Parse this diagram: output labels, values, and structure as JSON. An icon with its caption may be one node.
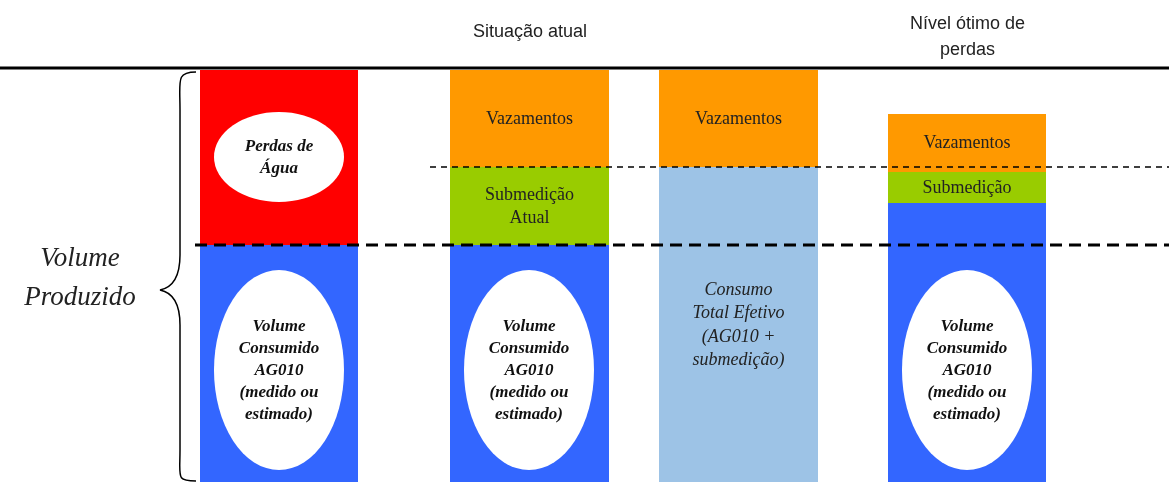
{
  "diagram": {
    "nodes": [
      {
        "text": [],
        "shape": "bar"
      },
      {
        "text": [
          "Perdas de Água"
        ],
        "in": 0
      },
      {
        "text": [],
        "shape": "bar"
      },
      {
        "text": [
          "Volume Consumido AG010 (medido ou estimado)"
        ],
        "in": 2
      },
      {
        "text": [
          "Vazamentos"
        ]
      },
      {
        "text": [
          "Submedição Atual"
        ]
      },
      {
        "text": [],
        "shape": "bar"
      },
      {
        "text": [
          "Volume Consumido AG010 (medido ou estimado)"
        ],
        "in": 6
      },
      {
        "text": [
          "Vazamentos"
        ]
      },
      {
        "text": [
          "Consumo Total Efetivo (AG010 + submedição)"
        ]
      },
      {
        "text": [
          "Vazamentos"
        ]
      },
      {
        "text": [
          "Submedição"
        ]
      },
      {
        "text": [],
        "shape": "bar"
      },
      {
        "text": [
          "Volume Consumido AG010 (medido ou estimado)"
        ],
        "in": 12
      }
    ],
    "labels": [
      "Situação atual",
      "Nível ótimo de perdas",
      "Volume Produzido"
    ]
  }
}
